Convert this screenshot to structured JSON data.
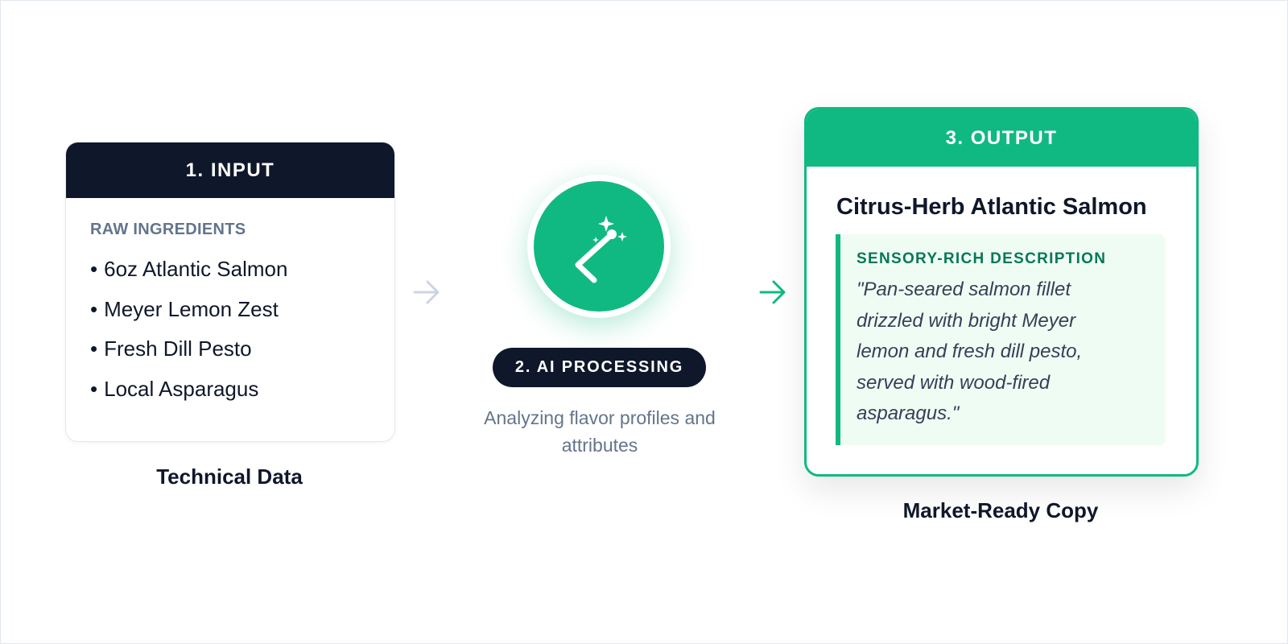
{
  "input": {
    "header": "1. INPUT",
    "subheading": "RAW INGREDIENTS",
    "items": [
      "6oz Atlantic Salmon",
      "Meyer Lemon Zest",
      "Fresh Dill Pesto",
      "Local Asparagus"
    ],
    "caption": "Technical Data"
  },
  "processing": {
    "icon": "magic-wand-icon",
    "label": "2. AI PROCESSING",
    "description": "Analyzing flavor profiles and attributes"
  },
  "output": {
    "header": "3. OUTPUT",
    "title": "Citrus-Herb Atlantic Salmon",
    "description_label": "SENSORY-RICH DESCRIPTION",
    "description": "\"Pan-seared salmon fillet drizzled with bright Meyer lemon and fresh dill pesto, served with wood-fired asparagus.\"",
    "caption": "Market-Ready Copy"
  },
  "arrows": [
    "arrow-right-icon",
    "arrow-right-icon"
  ],
  "colors": {
    "dark": "#0f172a",
    "accent": "#10b981",
    "muted": "#64748b",
    "arrow_muted": "#cbd5e1",
    "description_bg": "#effcf4"
  }
}
